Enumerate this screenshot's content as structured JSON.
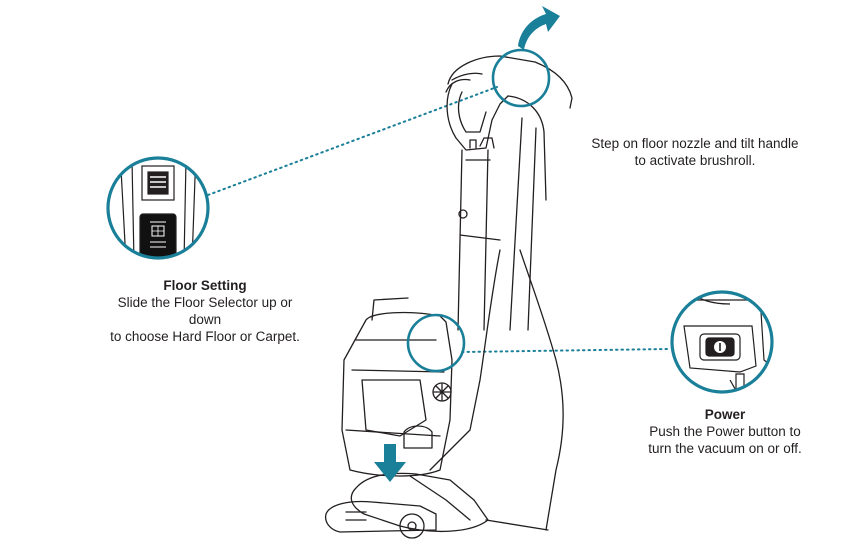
{
  "diagram": {
    "accent_color": "#1a7f99",
    "line_color": "#231f20",
    "callouts": {
      "floor_setting": {
        "title": "Floor Setting",
        "body_line1": "Slide the Floor Selector up or down",
        "body_line2": "to choose Hard Floor or Carpet."
      },
      "power": {
        "title": "Power",
        "body_line1": "Push the Power button to",
        "body_line2": "turn the vacuum on or off."
      },
      "brushroll": {
        "body_line1": "Step on floor nozzle and tilt handle",
        "body_line2": "to activate brushroll."
      }
    },
    "icons": {
      "tilt_arrow": "curved-arrow-icon",
      "step_arrow": "down-arrow-icon",
      "power_button": "power-icon"
    }
  }
}
